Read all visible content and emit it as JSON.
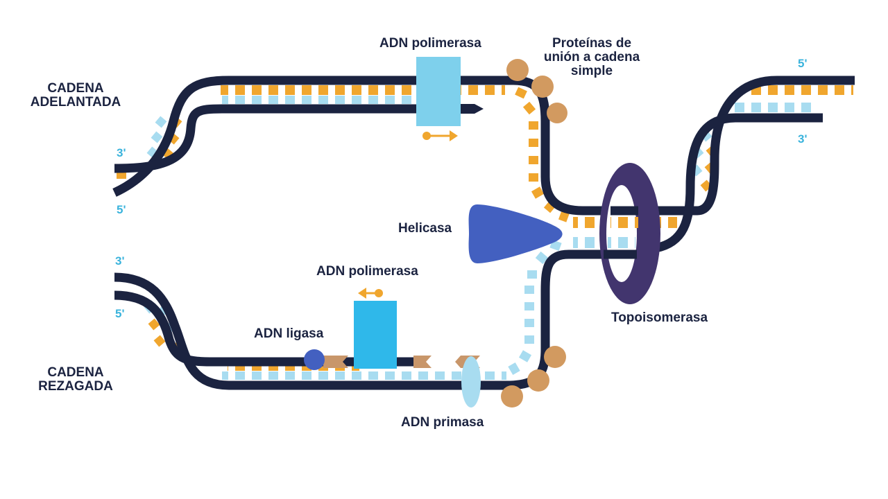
{
  "labels": {
    "leading_strand": "CADENA\nADELANTADA",
    "lagging_strand": "CADENA\nREZAGADA",
    "polymerase_top": "ADN polimerasa",
    "polymerase_bottom": "ADN polimerasa",
    "ssb_proteins": "Proteínas de\nunión a cadena\nsimple",
    "helicase": "Helicasa",
    "topoisomerase": "Topoisomerasa",
    "ligase": "ADN ligasa",
    "primase": "ADN primasa"
  },
  "ends": {
    "right_top_5": "5'",
    "right_bottom_3": "3'",
    "left_upper_3": "3'",
    "left_upper_5": "5'",
    "left_lower_3": "3'",
    "left_lower_5": "5'"
  },
  "colors": {
    "strand": "#1b2340",
    "base_orange": "#f0a62e",
    "base_blue": "#a8dcf0",
    "polymerase_top": "#7ed0ec",
    "polymerase_bottom": "#2fb8ea",
    "helicase": "#4360c0",
    "topoisomerase": "#42356e",
    "ssb": "#d29a60",
    "ligase": "#4360c0",
    "primase": "#a8dcf0",
    "primer": "#c8966a",
    "arrow": "#f0a62e",
    "end_label": "#3ab3dc"
  }
}
